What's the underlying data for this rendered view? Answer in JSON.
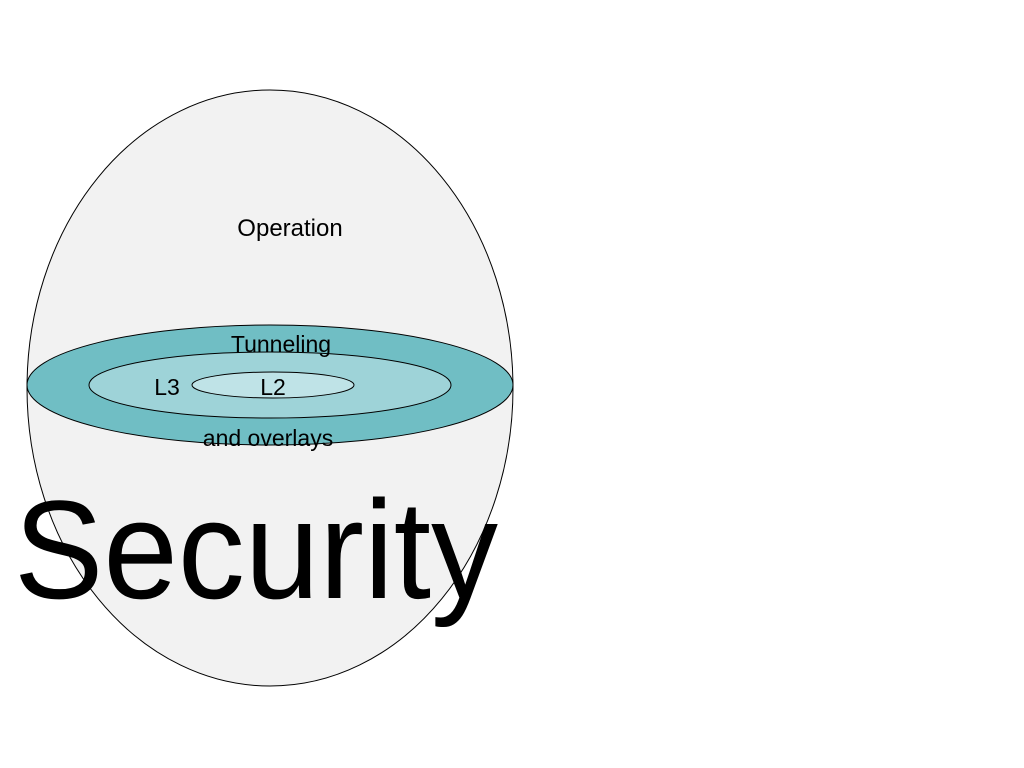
{
  "diagram": {
    "labels": {
      "operation": "Operation",
      "tunneling": "Tunneling",
      "l3": "L3",
      "l2": "L2",
      "overlays": "and overlays",
      "security": "Security"
    },
    "colors": {
      "outer_sphere": "#f2f2f2",
      "outer_ring": "#70bec4",
      "middle_ring": "#9ed3d8",
      "inner_ring": "#bfe3e7",
      "stroke": "#000000",
      "text": "#000000"
    }
  }
}
